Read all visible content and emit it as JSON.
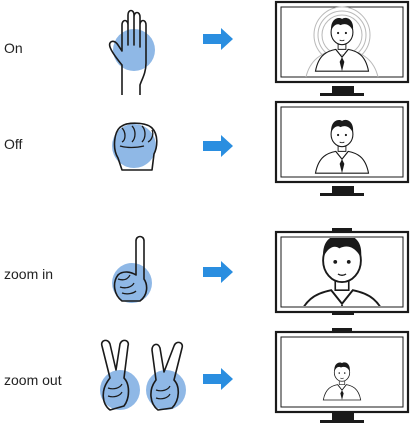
{
  "rows": [
    {
      "label": "On",
      "gesture": "open-palm-hand-icon",
      "display": "person-highlighted-face-tracking"
    },
    {
      "label": "Off",
      "gesture": "fist-hand-icon",
      "display": "person-normal-view"
    },
    {
      "label": "zoom in",
      "gesture": "index-finger-up-hand-icon",
      "display": "person-zoomed-in"
    },
    {
      "label": "zoom out",
      "gesture": "two-peace-sign-hands-icon",
      "display": "person-zoomed-out"
    }
  ],
  "colors": {
    "arrow": "#2a8ee0",
    "palm": "#8fb8e6",
    "outline": "#1a1a1a",
    "highlight": "#b9b9b9"
  }
}
